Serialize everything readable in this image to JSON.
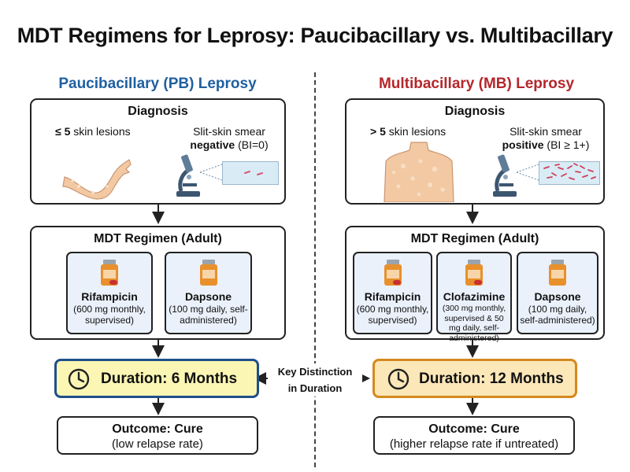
{
  "title": "MDT Regimens for Leprosy: Paucibacillary vs. Multibacillary",
  "colors": {
    "pb_heading": "#1f5fa0",
    "mb_heading": "#b5262b",
    "drug_bg": "#eaf1fb",
    "pb_duration_bg": "#fbf6b4",
    "pb_duration_border": "#1f4f8a",
    "mb_duration_bg": "#fce7b8",
    "mb_duration_border": "#d5891e"
  },
  "pb": {
    "heading": "Paucibacillary (PB) Leprosy",
    "diagnosis": {
      "title": "Diagnosis",
      "lesions_bold": "≤ 5",
      "lesions_rest": " skin lesions",
      "smear_line1": "Slit-skin smear",
      "smear_bold": "negative",
      "smear_rest": " (BI=0)"
    },
    "regimen": {
      "title": "MDT Regimen (Adult)",
      "drugs": [
        {
          "name": "Rifampicin",
          "dose": "(600 mg monthly, supervised)"
        },
        {
          "name": "Dapsone",
          "dose": "(100 mg daily, self-administered)"
        }
      ]
    },
    "duration": "Duration: 6 Months",
    "outcome": {
      "title": "Outcome: Cure",
      "detail": "(low relapse rate)"
    }
  },
  "mb": {
    "heading": "Multibacillary (MB) Leprosy",
    "diagnosis": {
      "title": "Diagnosis",
      "lesions_bold": "> 5",
      "lesions_rest": " skin lesions",
      "smear_line1": "Slit-skin smear",
      "smear_bold": "positive",
      "smear_rest": " (BI ≥ 1+)"
    },
    "regimen": {
      "title": "MDT Regimen (Adult)",
      "drugs": [
        {
          "name": "Rifampicin",
          "dose": "(600 mg monthly, supervised)"
        },
        {
          "name": "Clofazimine",
          "dose": "(300 mg monthly, supervised & 50 mg daily, self-administered)"
        },
        {
          "name": "Dapsone",
          "dose": "(100 mg daily, self-administered)"
        }
      ]
    },
    "duration": "Duration: 12 Months",
    "outcome": {
      "title": "Outcome: Cure",
      "detail": "(higher relapse rate if untreated)"
    }
  },
  "key_distinction": {
    "line1": "Key Distinction",
    "line2": "in Duration"
  }
}
